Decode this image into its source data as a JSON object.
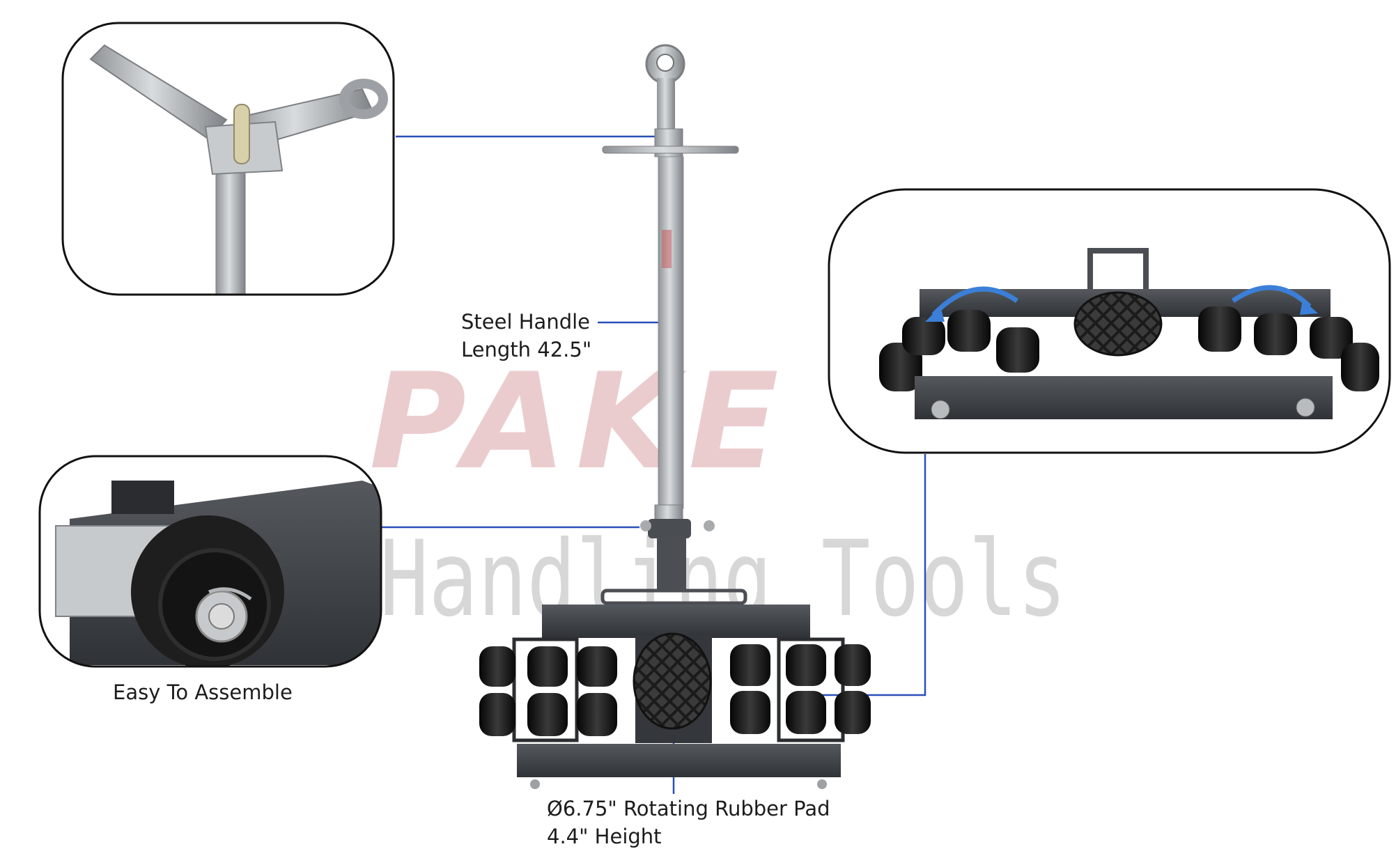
{
  "watermark": {
    "brand": "PAKE",
    "subtitle": "Handling Tools"
  },
  "callouts": {
    "handle_line1": "Steel Handle",
    "handle_line2": "Length 42.5\"",
    "assemble": "Easy To Assemble",
    "pad_line1": "Ø6.75\" Rotating Rubber Pad",
    "pad_line2": "4.4\" Height"
  },
  "colors": {
    "leader_line": "#2a4fb8",
    "frame_dark": "#3a3d42",
    "steel": "#b9bcbf",
    "roller": "#151515",
    "watermark_red": "#e8c4c6",
    "watermark_gray": "#d3d3d3"
  }
}
